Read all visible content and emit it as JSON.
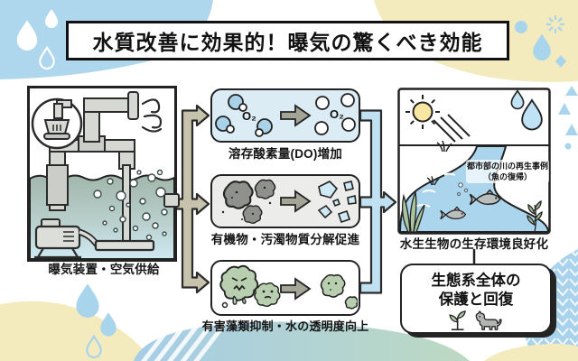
{
  "title": "水質改善に効果的！曝気の驚くべき効能",
  "aeration": {
    "label": "曝気装置・空気供給"
  },
  "effects": [
    {
      "label": "溶存酸素量(DO)増加",
      "molecule": "O₂"
    },
    {
      "label": "有機物・汚濁物質分解促進"
    },
    {
      "label": "有害藻類抑制・水の透明度向上"
    }
  ],
  "result": {
    "caption_line1": "都市部の川の再生事例",
    "caption_line2": "（魚の復帰）",
    "label": "水生生物の生存環境良好化"
  },
  "outcome": {
    "line1": "生態系全体の",
    "line2": "保護と回復"
  },
  "colors": {
    "deco_blue": "#aed7ee",
    "deco_yellow": "#f3eabd",
    "arrow_tan": "#c6c2ab",
    "arrow_blue": "#bfe1f2",
    "box1_bg": "#dcecf5",
    "box2_bg": "#ececea",
    "algae_green": "#b7cfae",
    "water_blue": "#aad5ec"
  }
}
